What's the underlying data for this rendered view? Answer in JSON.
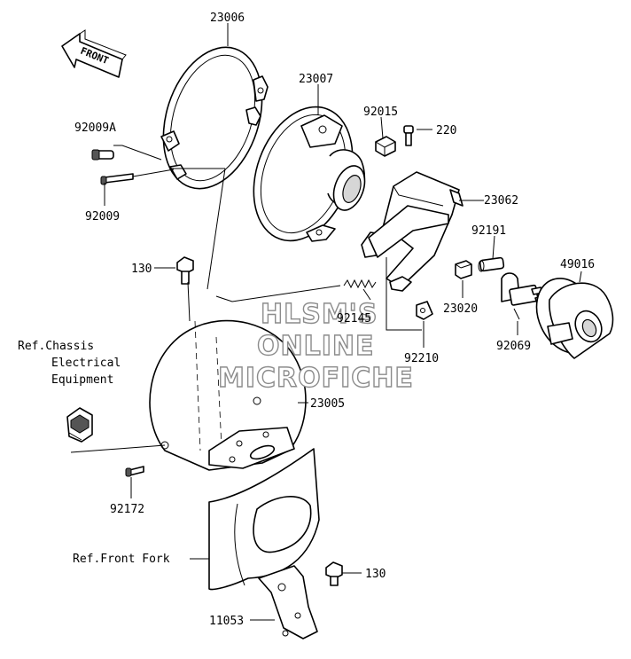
{
  "direction_label": "FRONT",
  "watermark": [
    "HLSM'S",
    "ONLINE",
    "MICROFICHE"
  ],
  "labels": {
    "p23006": "23006",
    "p23007": "23007",
    "p92015": "92015",
    "p220": "220",
    "p92009A": "92009A",
    "p92009": "92009",
    "p23062": "23062",
    "p92191": "92191",
    "p49016": "49016",
    "p130_top": "130",
    "p92145": "92145",
    "p23020": "23020",
    "p92210": "92210",
    "p92069": "92069",
    "p23005": "23005",
    "p92172": "92172",
    "p130_bottom": "130",
    "p11053": "11053"
  },
  "references": {
    "chassis_line1": "Ref.Chassis",
    "chassis_line2": "Electrical",
    "chassis_line3": "Equipment",
    "front_fork": "Ref.Front Fork"
  }
}
